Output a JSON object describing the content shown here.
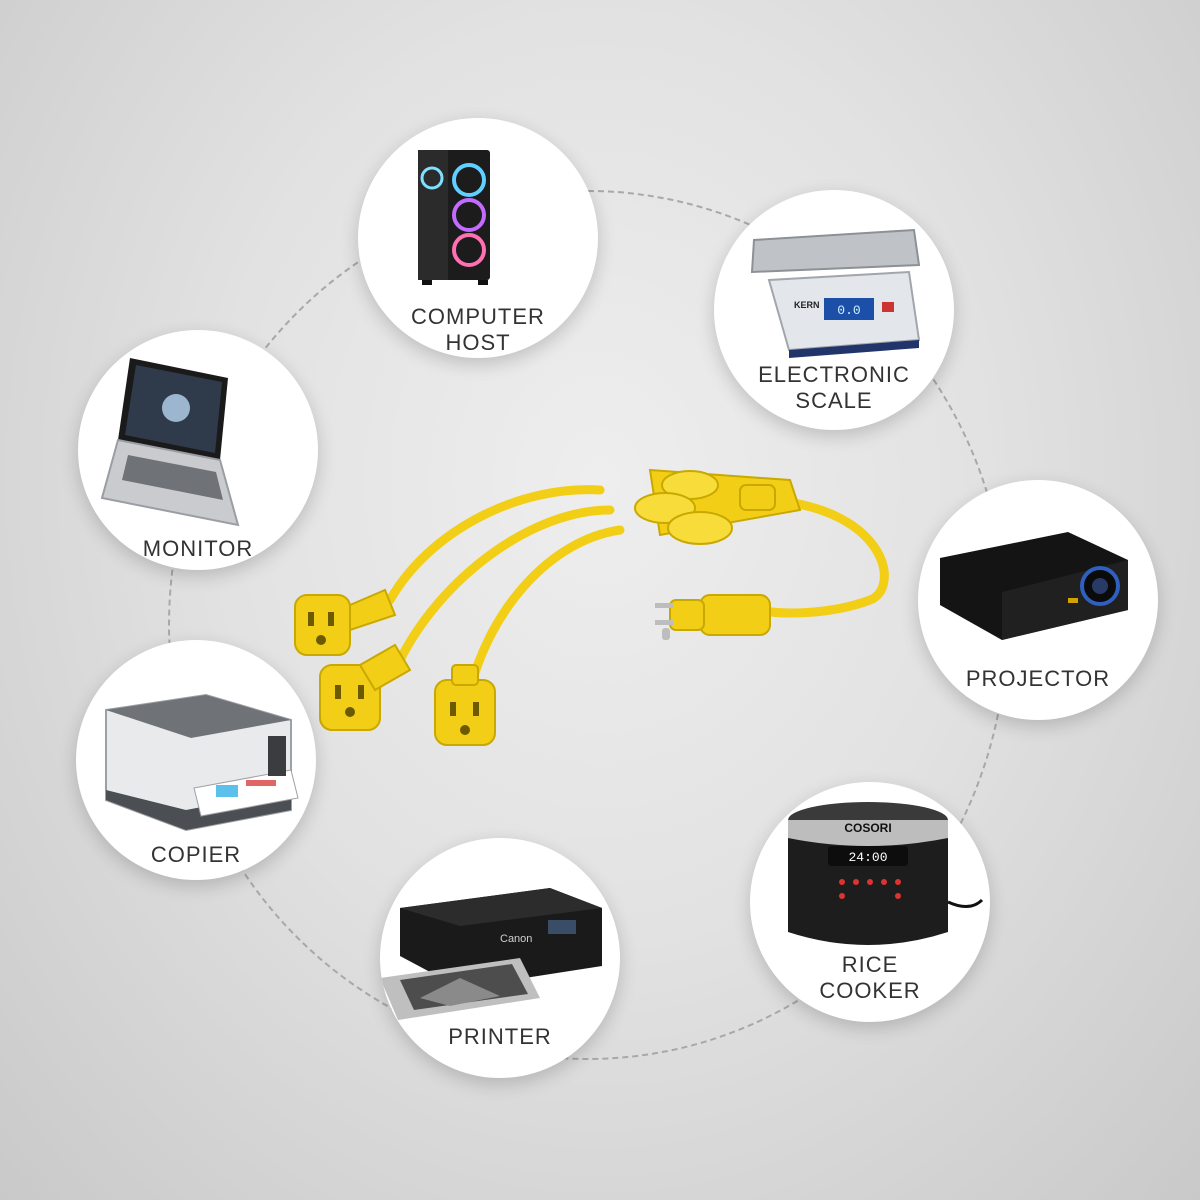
{
  "devices": {
    "computer_host": {
      "label": "COMPUTER HOST",
      "icon": "computer-host-icon"
    },
    "electronic_scale": {
      "label": "ELECTRONIC SCALE",
      "icon": "electronic-scale-icon",
      "display": "0.0",
      "brand": "KERN"
    },
    "monitor": {
      "label": "MONITOR",
      "icon": "laptop-icon"
    },
    "projector": {
      "label": "PROJECTOR",
      "icon": "projector-icon"
    },
    "copier": {
      "label": "COPIER",
      "icon": "copier-icon"
    },
    "rice_cooker": {
      "label": "RICE COOKER",
      "icon": "rice-cooker-icon",
      "brand": "COSORI",
      "display": "24:00"
    },
    "printer": {
      "label": "PRINTER",
      "icon": "printer-icon",
      "brand": "Canon"
    }
  },
  "colors": {
    "cable_yellow": "#f2cf16",
    "cable_shadow": "#c9a800",
    "background": "#e0e0e0",
    "circle_fill": "#ffffff",
    "label_text": "#333333"
  }
}
